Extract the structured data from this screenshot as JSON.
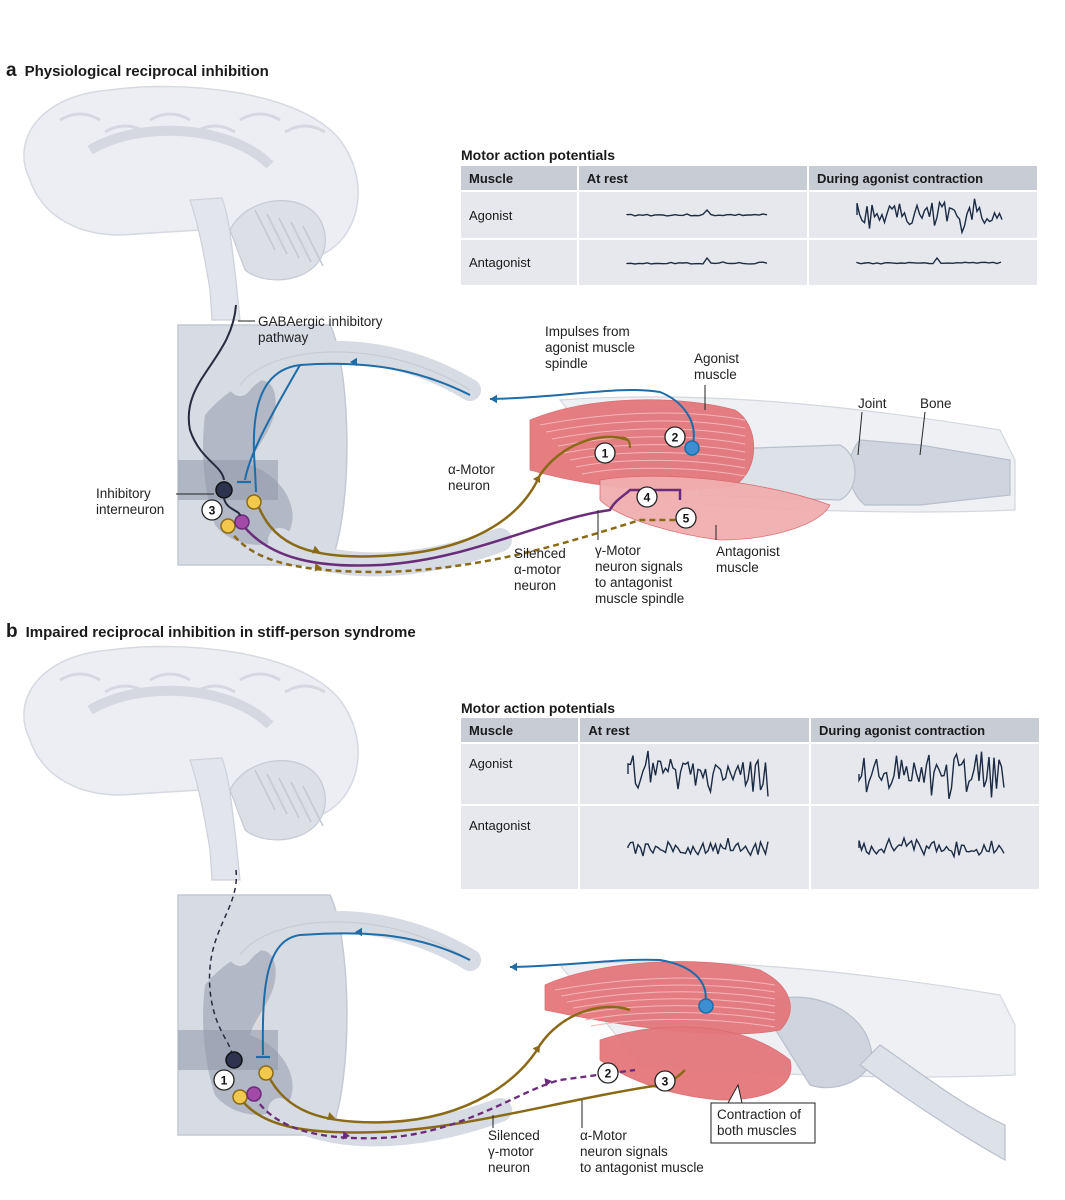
{
  "panel_a": {
    "letter": "a",
    "title": "Physiological reciprocal inhibition",
    "table_title": "Motor action potentials",
    "headers": [
      "Muscle",
      "At rest",
      "During agonist contraction"
    ],
    "rows": [
      {
        "muscle": "Agonist",
        "rest": "flat",
        "contraction": "burst"
      },
      {
        "muscle": "Antagonist",
        "rest": "flat",
        "contraction": "flat"
      }
    ],
    "labels": {
      "gaba": [
        "GABAergic inhibitory",
        "pathway"
      ],
      "impulses": [
        "Impulses from",
        "agonist muscle",
        "spindle"
      ],
      "agonist_muscle": [
        "Agonist",
        "muscle"
      ],
      "joint": "Joint",
      "bone": "Bone",
      "inhibitory": [
        "Inhibitory",
        "interneuron"
      ],
      "alpha_motor": [
        "α-Motor",
        "neuron"
      ],
      "silenced": [
        "Silenced",
        "α-motor",
        "neuron"
      ],
      "gamma_signals": [
        "γ-Motor",
        "neuron signals",
        "to antagonist",
        "muscle spindle"
      ],
      "antagonist_muscle": [
        "Antagonist",
        "muscle"
      ]
    },
    "numbers": [
      "1",
      "2",
      "3",
      "4",
      "5"
    ]
  },
  "panel_b": {
    "letter": "b",
    "title": "Impaired reciprocal inhibition in stiff-person syndrome",
    "table_title": "Motor action potentials",
    "headers": [
      "Muscle",
      "At rest",
      "During agonist contraction"
    ],
    "rows": [
      {
        "muscle": "Agonist",
        "rest": "burst",
        "contraction": "burst"
      },
      {
        "muscle": "Antagonist",
        "rest": "active",
        "contraction": "active"
      }
    ],
    "labels": {
      "silenced": [
        "Silenced",
        "γ-motor",
        "neuron"
      ],
      "alpha_signals": [
        "α-Motor",
        "neuron signals",
        "to antagonist muscle"
      ],
      "contraction_box": [
        "Contraction of",
        "both muscles"
      ]
    },
    "numbers": [
      "1",
      "2",
      "3"
    ]
  },
  "colors": {
    "spinal": "#d7dbe3",
    "gray_matter": "#b2b8c6",
    "dark_region": "#8f97a9",
    "afferent": "#1e6ca8",
    "alpha_motor": "#8a6a16",
    "gamma_motor": "#6b2c7a",
    "inhibitory": "#262b40",
    "muscle_agonist": "#e4777b",
    "muscle_antagonist": "#f1aeb0",
    "bone": "#cfd4de",
    "emg_trace": "#1c2b45"
  }
}
